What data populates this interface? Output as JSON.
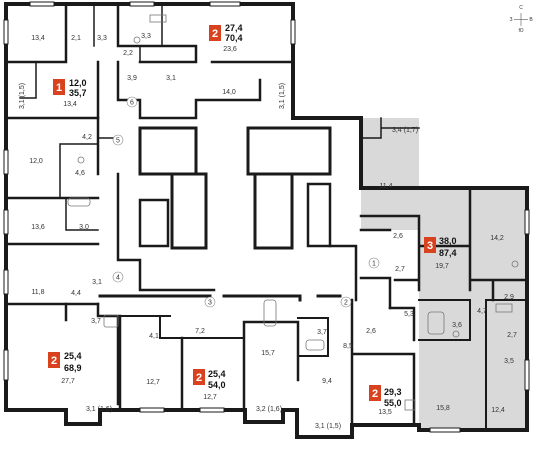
{
  "compass": {
    "n": "С",
    "e": "В",
    "s": "Ю",
    "w": "З"
  },
  "colors": {
    "wall": "#1a1a1a",
    "highlight": "#d9d9d9",
    "badge": "#d9421f",
    "fixture": "#777777"
  },
  "apartments": [
    {
      "rooms": "2",
      "living": "27,4",
      "total": "70,4"
    },
    {
      "rooms": "1",
      "living": "12,0",
      "total": "35,7"
    },
    {
      "rooms": "3",
      "living": "38,0",
      "total": "87,4"
    },
    {
      "rooms": "2",
      "living": "25,4",
      "total": "68,9"
    },
    {
      "rooms": "2",
      "living": "25,4",
      "total": "54,0"
    },
    {
      "rooms": "2",
      "living": "29,3",
      "total": "55,0"
    }
  ],
  "room_areas": [
    "13,4",
    "2,1",
    "3,3",
    "3,3",
    "2,2",
    "23,6",
    "3,9",
    "3,1",
    "14,0",
    "3,1 (1,5)",
    "3,1 (1,5)",
    "13,4",
    "4,2",
    "12,0",
    "4,6",
    "13,6",
    "3,0",
    "11,8",
    "4,4",
    "3,1",
    "3,7",
    "4,1",
    "7,2",
    "15,7",
    "3,7",
    "27,7",
    "12,7",
    "12,7",
    "3,1 (1,6)",
    "3,2 (1,6)",
    "9,4",
    "8,5",
    "2,6",
    "3,1 (1,5)",
    "13,5",
    "15,8",
    "11,4",
    "3,4 (1,7)",
    "2,6",
    "2,7",
    "19,7",
    "14,2",
    "5,3",
    "3,6",
    "4,7",
    "2,9",
    "2,7",
    "3,5",
    "12,4"
  ],
  "markers": [
    "5",
    "6",
    "4",
    "3",
    "2",
    "1"
  ]
}
